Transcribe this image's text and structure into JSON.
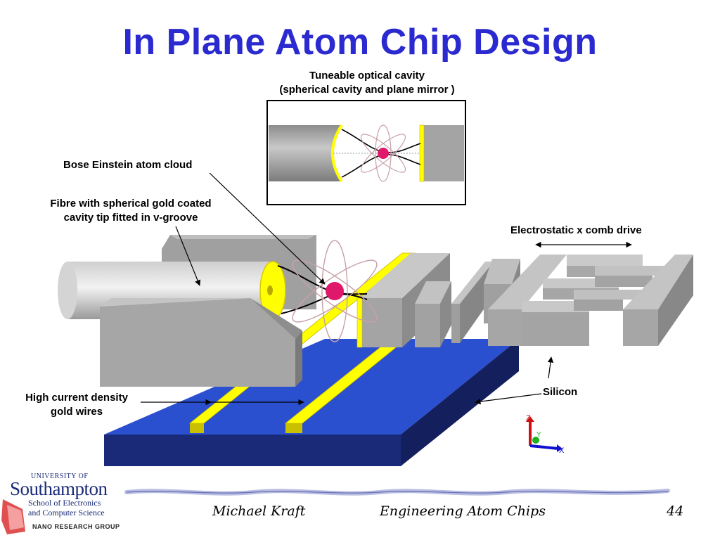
{
  "slide": {
    "title": "In Plane Atom Chip Design",
    "page_number": "44"
  },
  "labels": {
    "cavity_line1": "Tuneable optical cavity",
    "cavity_line2": "(spherical cavity and plane mirror )",
    "bec": "Bose Einstein atom cloud",
    "fibre_line1": "Fibre with spherical gold coated",
    "fibre_line2": "cavity tip fitted in v-groove",
    "comb": "Electrostatic x comb drive",
    "silicon": "Silicon",
    "wires_line1": "High current density",
    "wires_line2": "gold wires"
  },
  "axes": {
    "x": "X",
    "y": "Y",
    "z": "Z"
  },
  "footer": {
    "author": "Michael Kraft",
    "course": "Engineering  Atom  Chips"
  },
  "logo": {
    "university": "UNIVERSITY OF",
    "name": "Southampton",
    "school_line1": "School of Electronics",
    "school_line2": "and Computer Science",
    "group": "NANO RESEARCH GROUP"
  },
  "colors": {
    "title": "#2a2ad0",
    "substrate_top": "#2a50d0",
    "substrate_front": "#1a2a78",
    "gold": "#ffff00",
    "atom": "#e0186c",
    "silicon": "#a8a8a8"
  }
}
